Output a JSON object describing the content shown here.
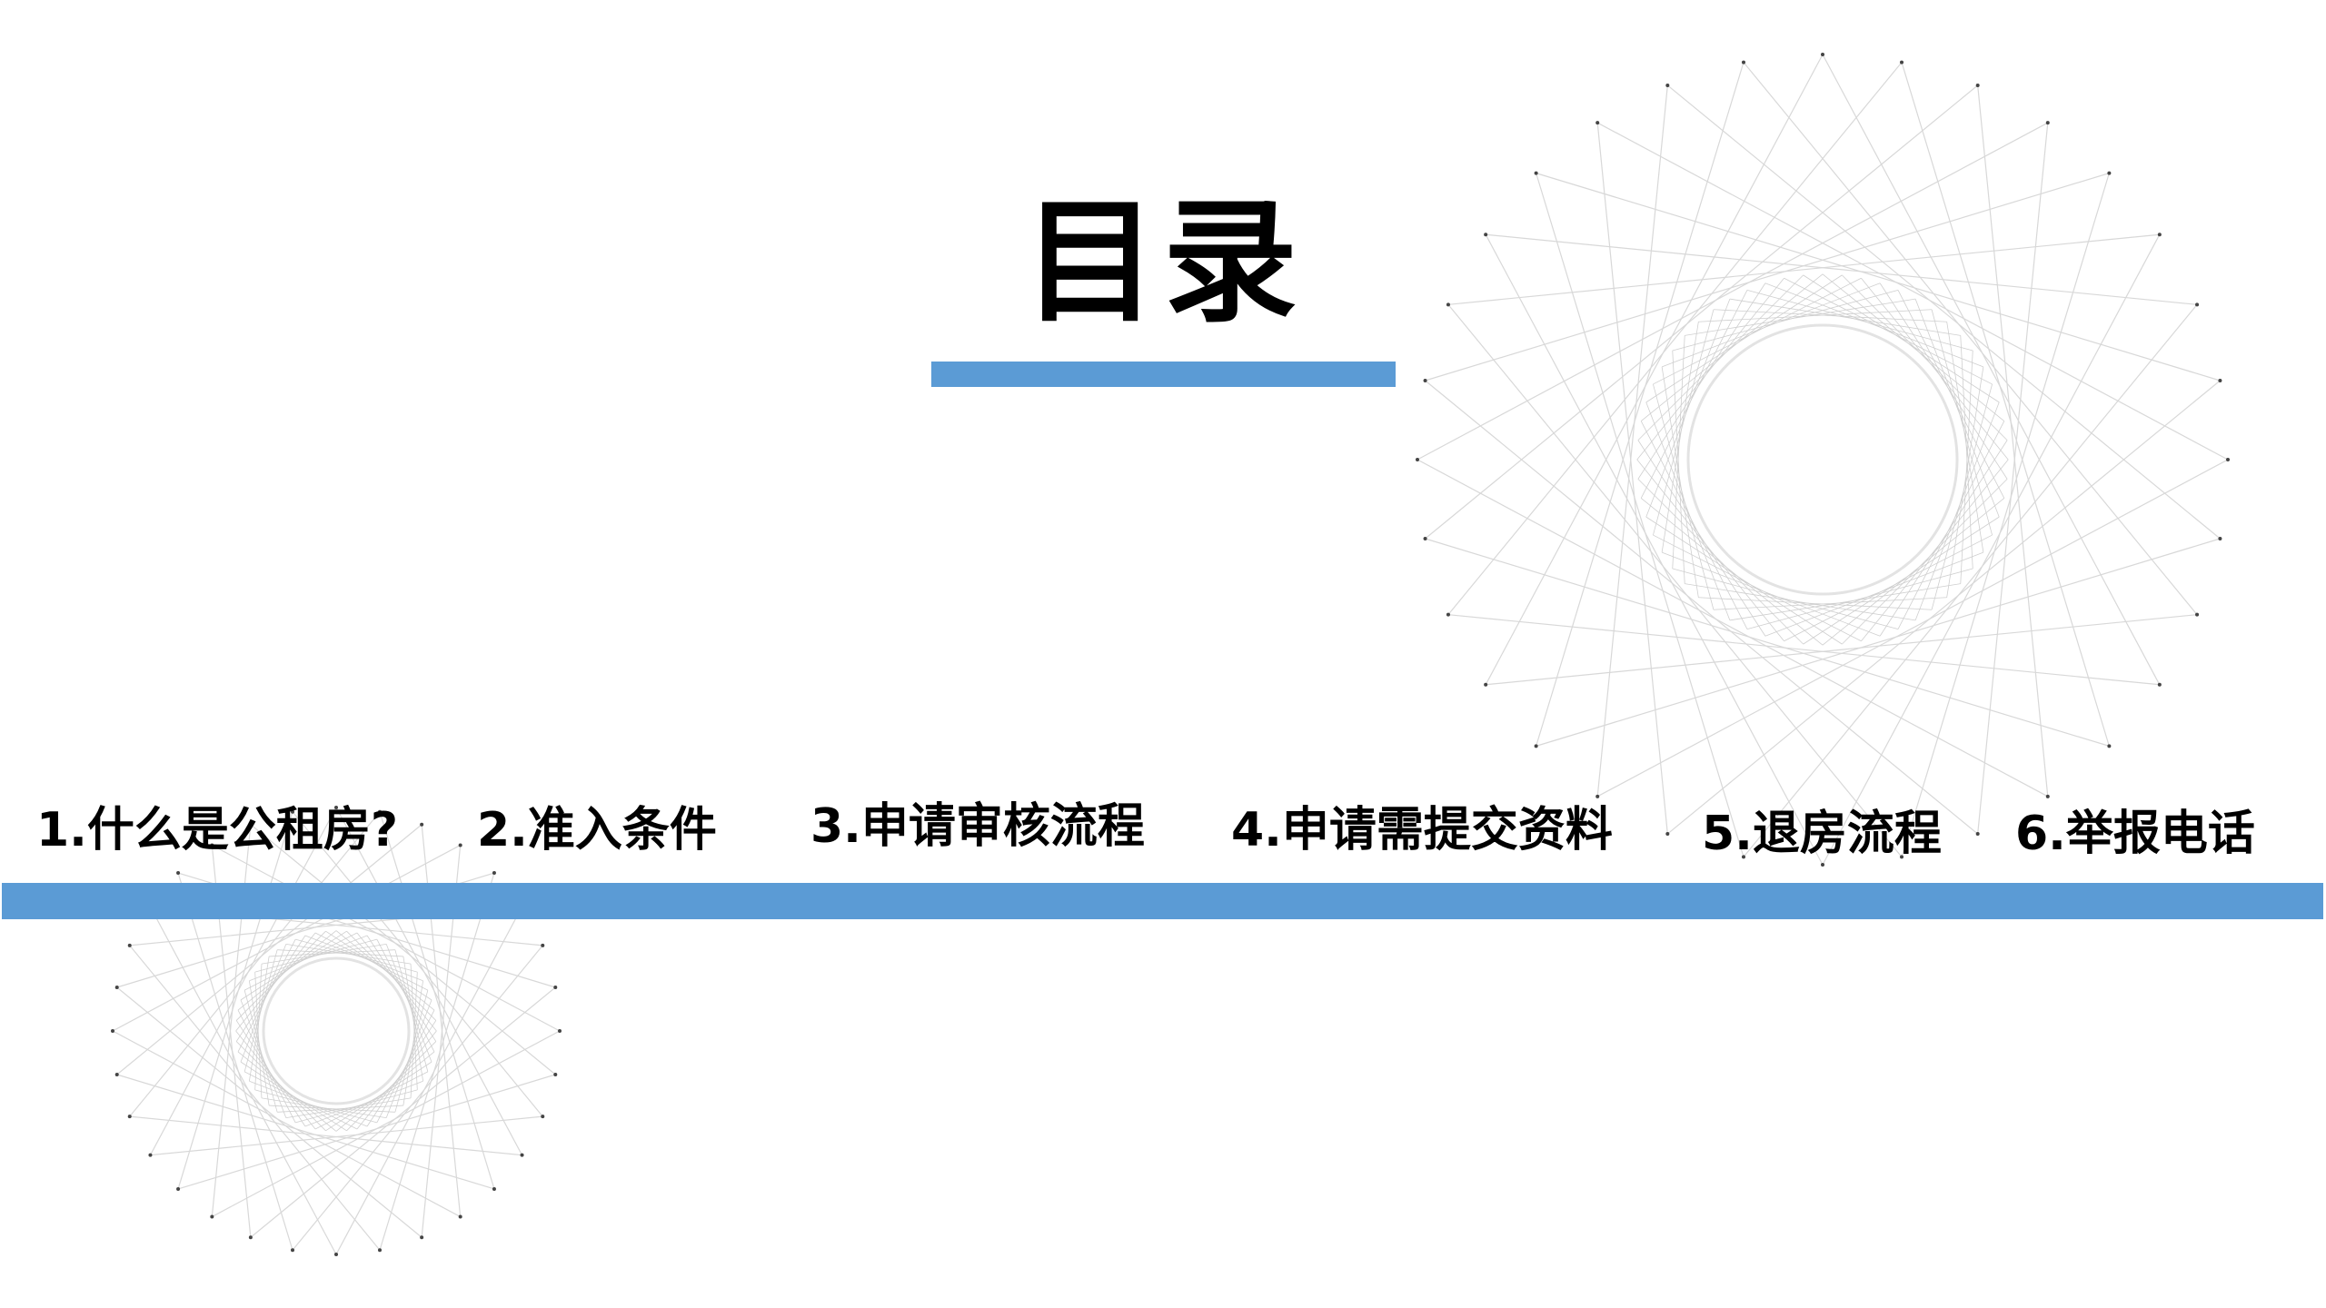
{
  "slide": {
    "title": "目录",
    "accent_color": "#5b9bd5",
    "menu": [
      "1.什么是公租房?",
      "2.准入条件",
      "3.申请审核流程",
      "4.申请需提交资料",
      "5.退房流程",
      "6.举报电话"
    ]
  }
}
